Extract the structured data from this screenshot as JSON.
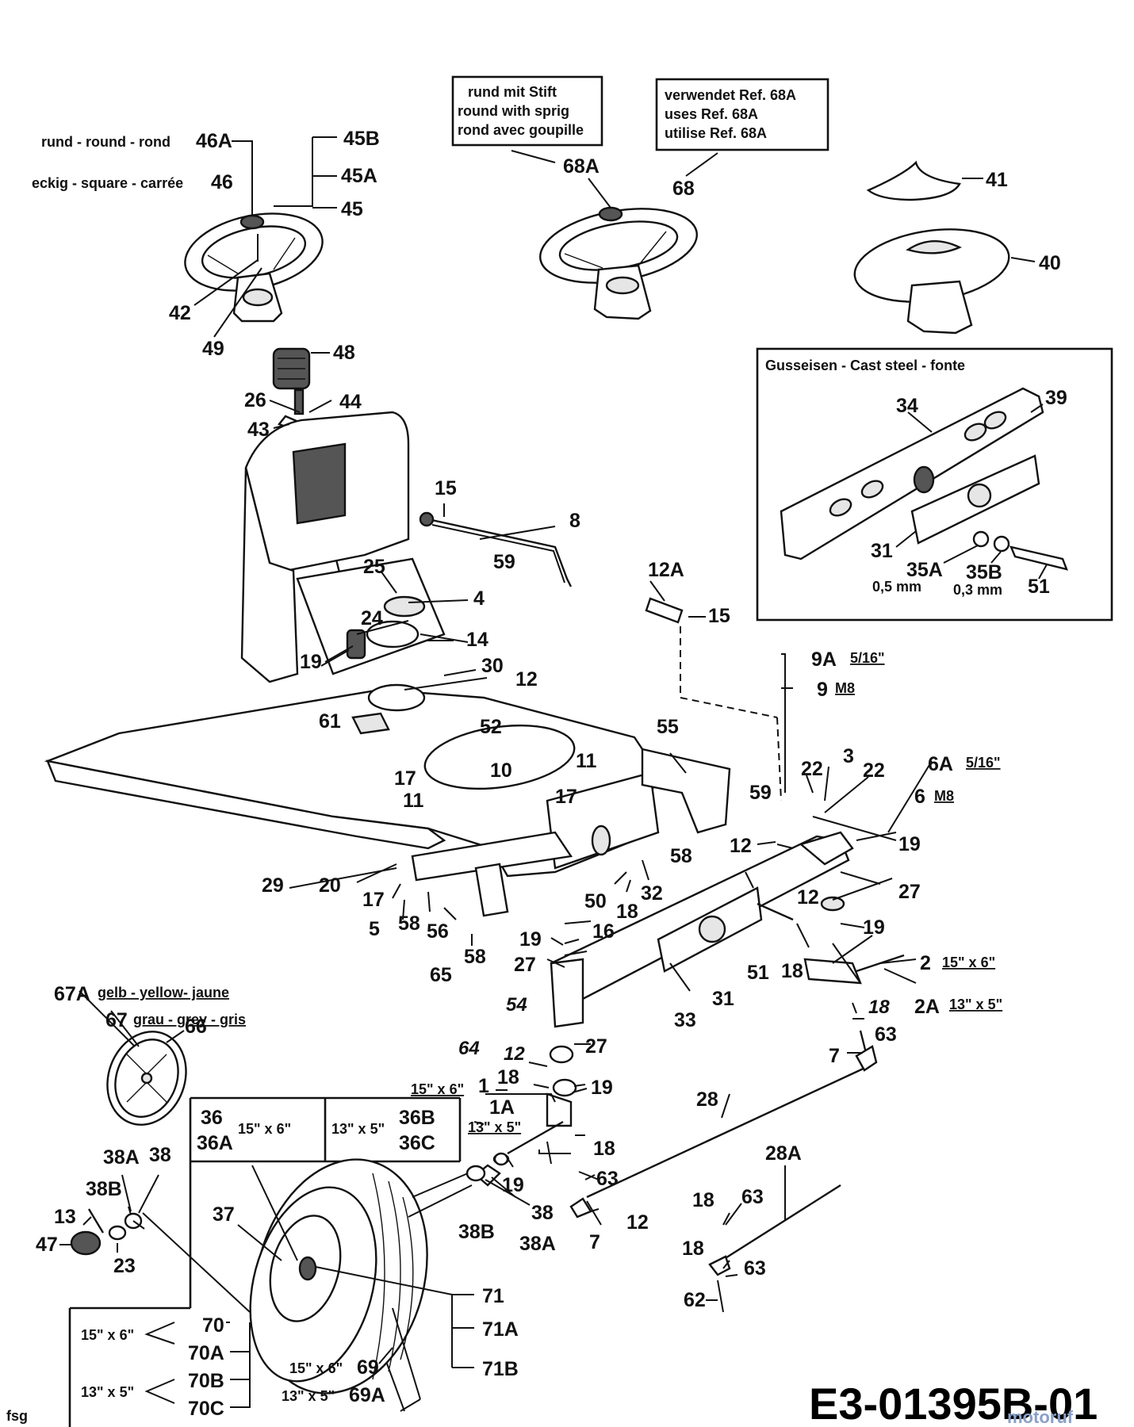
{
  "diagram_code": "E3-01395B-01",
  "author_mark": "fsg",
  "watermark": "motoruf",
  "notes": {
    "round_pin": [
      "rund mit Stift",
      "round with sprig",
      "rond avec goupille"
    ],
    "uses_ref": [
      "verwendet Ref. 68A",
      "uses Ref. 68A",
      "utilise Ref. 68A"
    ],
    "cast_steel": "Gusseisen - Cast steel - fonte",
    "round": "rund - round - rond",
    "square": "eckig - square - carrée",
    "yellow": "gelb - yellow- jaune",
    "grey": "grau - grey - gris"
  },
  "dims": {
    "s516a": "5/16\"",
    "m8a": "M8",
    "s516b": "5/16\"",
    "m8b": "M8",
    "d15x6_2": "15\" x 6\"",
    "d13x5_2a": "13\" x 5\"",
    "d15x6_1": "15\" x 6\"",
    "d13x5_1a": "13\" x 5\"",
    "d15x6_36": "15\" x 6\"",
    "d13x5_36b": "13\" x 5\"",
    "d15x6_70": "15\" x 6\"",
    "d13x5_70b": "13\" x 5\"",
    "d15x6_69": "15\" x 6\"",
    "d13x5_69a": "13\" x 5\"",
    "mm05": "0,5 mm",
    "mm03": "0,3 mm"
  },
  "parts": {
    "p46A": "46A",
    "p46": "46",
    "p45B": "45B",
    "p45A": "45A",
    "p45": "45",
    "p42": "42",
    "p49": "49",
    "p48": "48",
    "p26": "26",
    "p44": "44",
    "p43": "43",
    "p68A": "68A",
    "p68": "68",
    "p41": "41",
    "p40": "40",
    "p34": "34",
    "p39": "39",
    "p31a": "31",
    "p35A": "35A",
    "p35B": "35B",
    "p51a": "51",
    "p15a": "15",
    "p8": "8",
    "p59a": "59",
    "p12A": "12A",
    "p15b": "15",
    "p25": "25",
    "p4": "4",
    "p24": "24",
    "p14": "14",
    "p30": "30",
    "p12a": "12",
    "p19a": "19",
    "p61": "61",
    "p9A": "9A",
    "p9": "9",
    "p22a": "22",
    "p3": "3",
    "p22b": "22",
    "p6A": "6A",
    "p6": "6",
    "p52": "52",
    "p10": "10",
    "p11a": "11",
    "p11b": "11",
    "p17a": "17",
    "p17b": "17",
    "p55": "55",
    "p59b": "59",
    "p12b": "12",
    "p19b": "19",
    "p58a": "58",
    "p29": "29",
    "p20": "20",
    "p17c": "17",
    "p5": "5",
    "p58b": "58",
    "p56": "56",
    "p58c": "58",
    "p50": "50",
    "p18a": "18",
    "p32": "32",
    "p27a": "27",
    "p12c": "12",
    "p19c": "19",
    "p16": "16",
    "p19d": "19",
    "p27b": "27",
    "p51b": "51",
    "p18b": "18",
    "p2": "2",
    "p2A": "2A",
    "p65": "65",
    "p64": "64",
    "p54": "54",
    "p33": "33",
    "p31b": "31",
    "p18c": "18",
    "p63a": "63",
    "p7a": "7",
    "p27c": "27",
    "p67A": "67A",
    "p67": "67",
    "p66": "66",
    "p12d": "12",
    "p18d": "18",
    "p19e": "19",
    "p1": "1",
    "p1A": "1A",
    "p28": "28",
    "p28A": "28A",
    "p36": "36",
    "p36A": "36A",
    "p36B": "36B",
    "p36C": "36C",
    "p18e": "18",
    "p63b": "63",
    "p19f": "19",
    "p38a": "38",
    "p38B": "38B",
    "p38A": "38A",
    "p12e": "12",
    "p7b": "7",
    "p18f": "18",
    "p63c": "63",
    "p18g": "18",
    "p63d": "63",
    "p62": "62",
    "p38A2": "38A",
    "p38b": "38",
    "p38B2": "38B",
    "p13": "13",
    "p47": "47",
    "p23": "23",
    "p37": "37",
    "p71": "71",
    "p71A": "71A",
    "p71B": "71B",
    "p70": "70",
    "p70A": "70A",
    "p70B": "70B",
    "p70C": "70C",
    "p69": "69",
    "p69A": "69A"
  }
}
